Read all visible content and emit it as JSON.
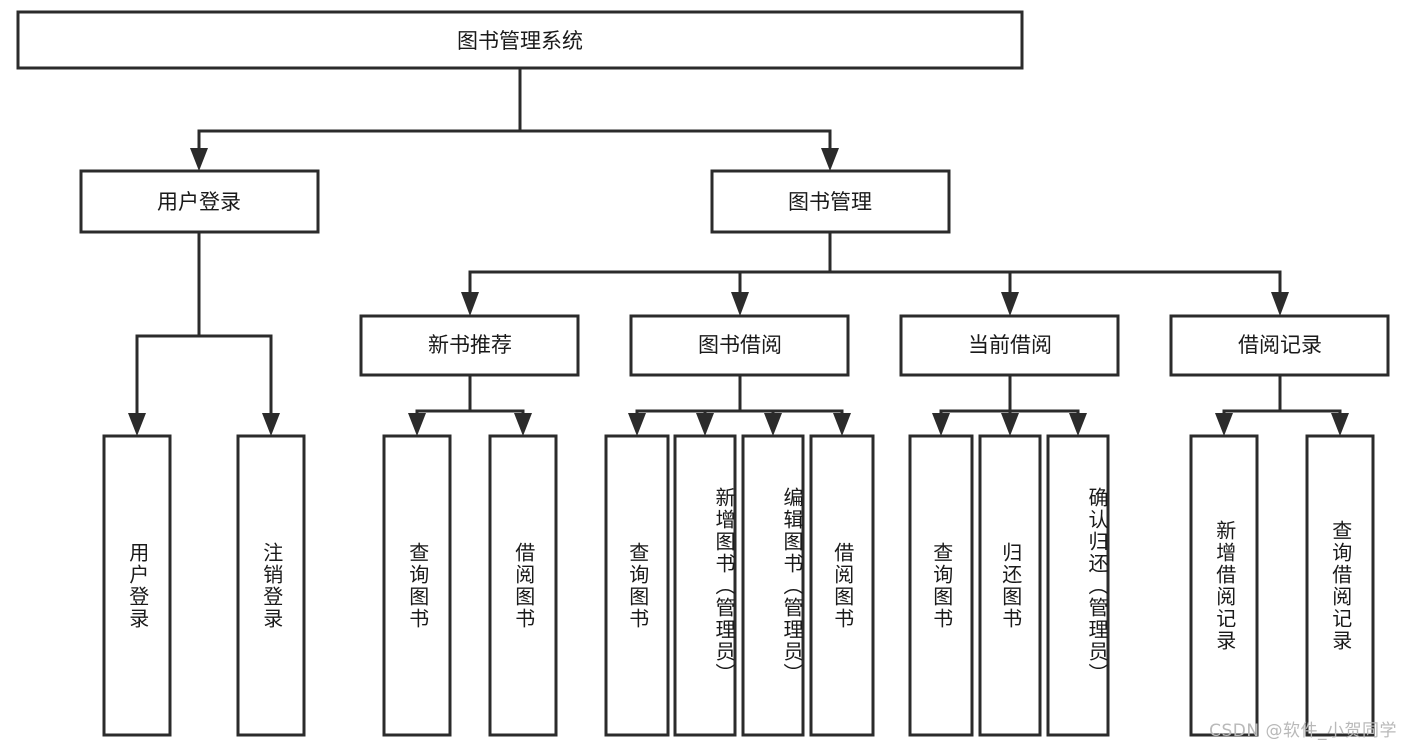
{
  "diagram": {
    "type": "hierarchy-tree",
    "orientation": "top-down",
    "background_color": "#ffffff",
    "line_color": "#2b2b2b",
    "box_fill": "#ffffff",
    "text_color": "#1a1a1a",
    "root": {
      "id": "root",
      "label": "图书管理系统"
    },
    "level1": [
      {
        "id": "user-login",
        "label": "用户登录"
      },
      {
        "id": "book-manage",
        "label": "图书管理"
      }
    ],
    "level2": [
      {
        "id": "new-book-recommend",
        "label": "新书推荐",
        "parent": "book-manage"
      },
      {
        "id": "book-borrow",
        "label": "图书借阅",
        "parent": "book-manage"
      },
      {
        "id": "current-borrow",
        "label": "当前借阅",
        "parent": "book-manage"
      },
      {
        "id": "borrow-record",
        "label": "借阅记录",
        "parent": "book-manage"
      }
    ],
    "leaves": {
      "user-login": [
        {
          "id": "leaf-user-login",
          "label": "用户登录"
        },
        {
          "id": "leaf-user-logout",
          "label": "注销登录"
        }
      ],
      "new-book-recommend": [
        {
          "id": "leaf-query-book-1",
          "label": "查询图书"
        },
        {
          "id": "leaf-borrow-book-1",
          "label": "借阅图书"
        }
      ],
      "book-borrow": [
        {
          "id": "leaf-query-book-2",
          "label": "查询图书"
        },
        {
          "id": "leaf-add-book",
          "label": "新增图书（管理员）"
        },
        {
          "id": "leaf-edit-book",
          "label": "编辑图书（管理员）"
        },
        {
          "id": "leaf-borrow-book-2",
          "label": "借阅图书"
        }
      ],
      "current-borrow": [
        {
          "id": "leaf-query-book-3",
          "label": "查询图书"
        },
        {
          "id": "leaf-return-book",
          "label": "归还图书"
        },
        {
          "id": "leaf-confirm-return",
          "label": "确认归还（管理员）"
        }
      ],
      "borrow-record": [
        {
          "id": "leaf-add-record",
          "label": "新增借阅记录"
        },
        {
          "id": "leaf-query-record",
          "label": "查询借阅记录"
        }
      ]
    }
  },
  "watermark": {
    "text": "CSDN @软件_小贺同学"
  }
}
